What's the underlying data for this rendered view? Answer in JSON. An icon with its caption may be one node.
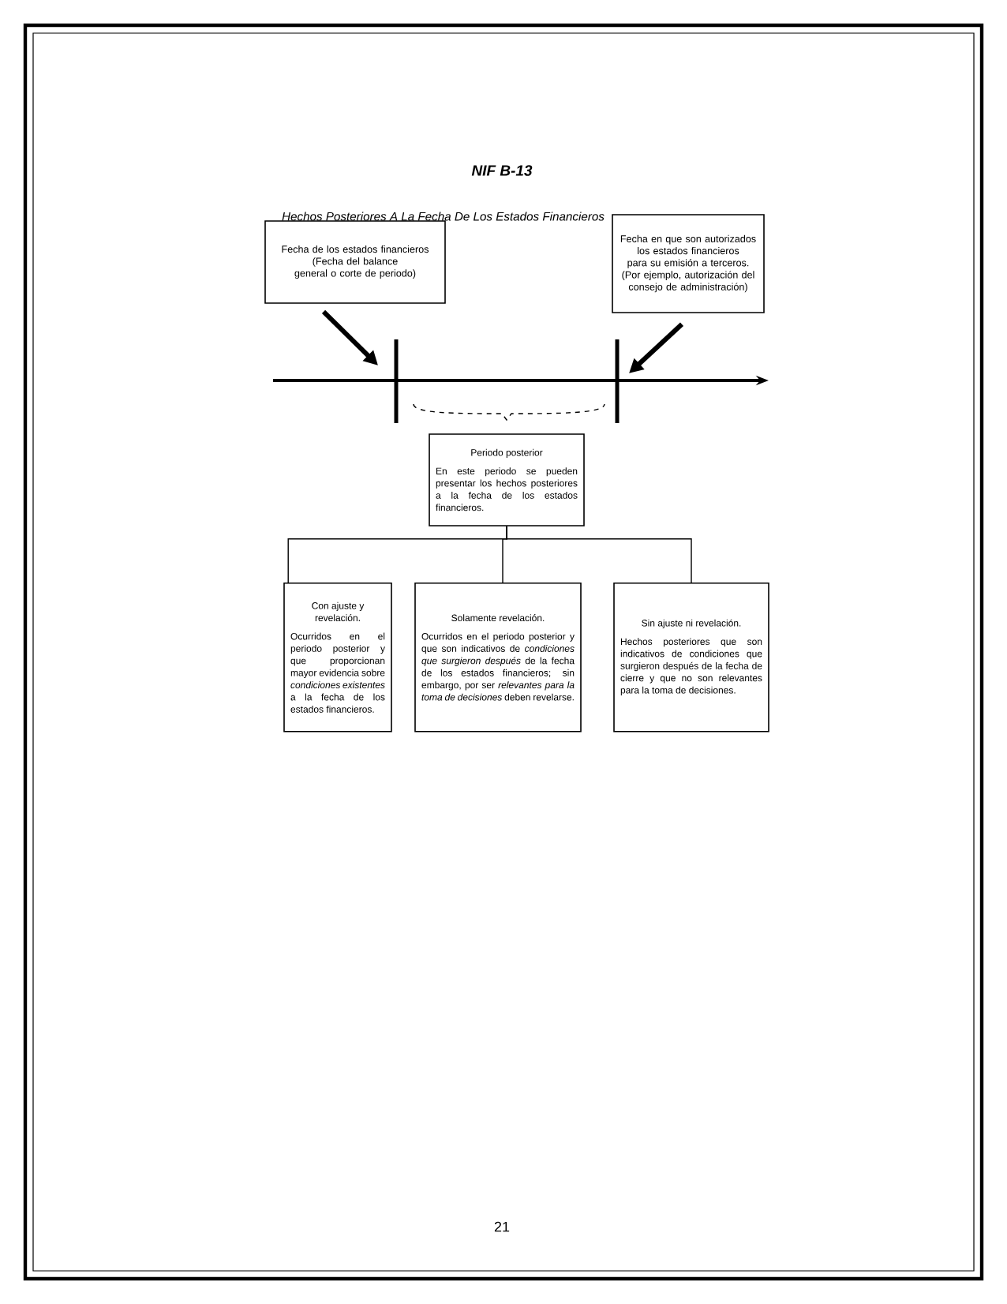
{
  "diagram": {
    "title": "NIF B-13",
    "nodes": [
      {
        "text": [
          "Fecha de los estados financieros",
          "(Fecha del balance general o corte de periodo)"
        ]
      },
      {
        "text": [
          "Fecha en que son autorizados los estados financieros para su emisión a terceros.",
          "(Por ejemplo, autorización del consejo de administración)"
        ]
      },
      {
        "text": [],
        "shape": "bar"
      },
      {
        "text": [],
        "shape": "bar"
      },
      {
        "text": [
          "Periodo posterior",
          "En este periodo se pueden presentar los hechos posteriores a la fecha de los estados financieros."
        ]
      },
      {
        "text": [
          "Con ajuste y revelación.",
          "Ocurridos en el periodo posterior y que proporcionan mayor evidencia sobre *condiciones existentes* a la fecha de los estados financieros."
        ]
      },
      {
        "text": [
          "Solamente revelación.",
          "Ocurridos en el periodo posterior y que son indicativos de *condiciones que surgieron después* de la fecha de los estados financieros; sin embargo, por ser *relevantes para la toma de decisiones* deben revelarse."
        ]
      },
      {
        "text": [
          "Sin ajuste ni revelación.",
          "Hechos posteriores que son indicativos de condiciones que surgieron después de la fecha de cierre y que no son relevantes para la toma de decisiones."
        ]
      }
    ],
    "edges": [
      {
        "from": 0,
        "to": 2,
        "arrow": "to",
        "style": "thick"
      },
      {
        "from": 1,
        "to": 3,
        "arrow": "to",
        "style": "thick"
      },
      {
        "from": 4,
        "to": 5,
        "arrow": "none"
      },
      {
        "from": 4,
        "to": 6,
        "arrow": "none"
      },
      {
        "from": 4,
        "to": 7,
        "arrow": "none"
      }
    ],
    "labels": [
      "Hechos Posteriores A La Fecha De Los Estados Financieros",
      "21"
    ]
  }
}
